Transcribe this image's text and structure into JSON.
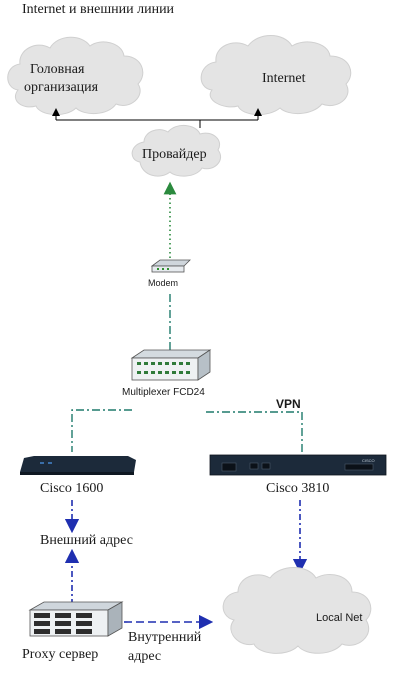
{
  "diagram": {
    "title": "Internet и внешнии линии",
    "nodes": {
      "head_office": {
        "label_line1": "Головная",
        "label_line2": "организация"
      },
      "internet": {
        "label": "Internet"
      },
      "provider": {
        "label": "Провайдер"
      },
      "modem": {
        "label": "Modem"
      },
      "multiplexer": {
        "label": "Multiplexer FCD24"
      },
      "vpn": {
        "label": "VPN"
      },
      "cisco1600": {
        "label": "Cisco 1600"
      },
      "cisco3810": {
        "label": "Cisco 3810",
        "badge": "CISCO"
      },
      "external_address": {
        "label": "Внешний адрес"
      },
      "proxy": {
        "label": "Proxy сервер"
      },
      "internal_address": {
        "label_line1": "Внутренний",
        "label_line2": "адрес"
      },
      "local_net": {
        "label": "Local Net"
      }
    },
    "colors": {
      "cloud": "#e4e4e4",
      "link_green": "#2b8a3e",
      "link_teal": "#1e7a6b",
      "link_blue": "#1f2fb0",
      "device_dark": "#1c2a3a",
      "device_light": "#e9eef2"
    }
  }
}
